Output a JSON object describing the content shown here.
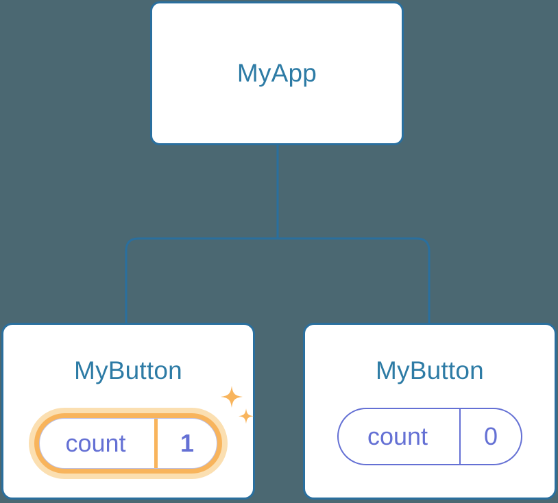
{
  "diagram": {
    "type": "component-tree",
    "background_color": "#4b6872",
    "edge_color": "#2a6f9e",
    "node_border_color": "#2a6f9e",
    "node_fill_color": "#ffffff",
    "title_color": "#2d7ba5",
    "state_color": "#6470d4",
    "highlight_color": "#f8b45c",
    "highlight_glow_color": "#fbdfb1"
  },
  "root": {
    "title": "MyApp"
  },
  "children": [
    {
      "title": "MyButton",
      "state": {
        "key": "count",
        "value": "1"
      },
      "highlighted": true,
      "sparkle_icons": [
        "sparkle-large-icon",
        "sparkle-small-icon"
      ]
    },
    {
      "title": "MyButton",
      "state": {
        "key": "count",
        "value": "0"
      },
      "highlighted": false,
      "sparkle_icons": []
    }
  ]
}
